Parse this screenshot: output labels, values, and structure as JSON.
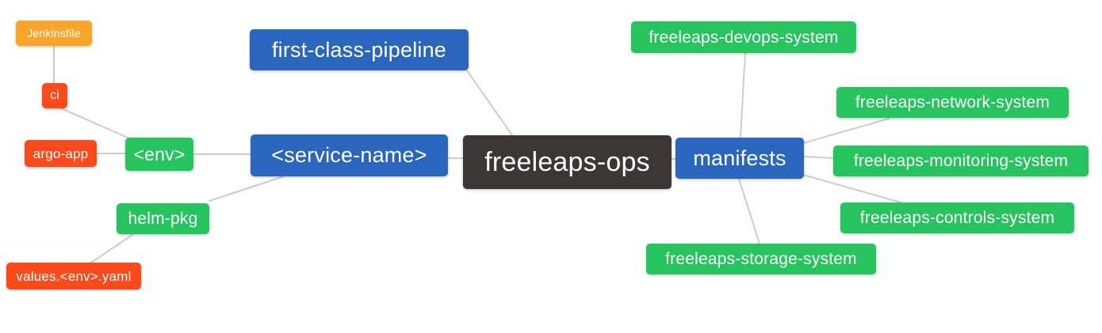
{
  "diagram": {
    "type": "mind-map",
    "center_node": "freeleaps-ops",
    "colors": {
      "orange": "#F9A42A",
      "red": "#FB4B1D",
      "green": "#26C35F",
      "blue": "#2A66BE",
      "dark": "#3B3734",
      "edge": "#CCCCCC",
      "background": "#FFFFFF",
      "node_text": "#FFFFFF"
    },
    "nodes": {
      "jenkinsfile": {
        "label": "Jenkinsfile",
        "color": "orange"
      },
      "ci": {
        "label": "ci",
        "color": "red"
      },
      "argo_app": {
        "label": "argo-app",
        "color": "red"
      },
      "env": {
        "label": "<env>",
        "color": "green"
      },
      "helm_pkg": {
        "label": "helm-pkg",
        "color": "green"
      },
      "values_env_yaml": {
        "label": "values.<env>.yaml",
        "color": "red"
      },
      "first_class_pipeline": {
        "label": "first-class-pipeline",
        "color": "blue"
      },
      "service_name": {
        "label": "<service-name>",
        "color": "blue"
      },
      "freeleaps_ops": {
        "label": "freeleaps-ops",
        "color": "dark"
      },
      "manifests": {
        "label": "manifests",
        "color": "blue"
      },
      "devops_system": {
        "label": "freeleaps-devops-system",
        "color": "green"
      },
      "network_system": {
        "label": "freeleaps-network-system",
        "color": "green"
      },
      "monitoring_system": {
        "label": "freeleaps-monitoring-system",
        "color": "green"
      },
      "controls_system": {
        "label": "freeleaps-controls-system",
        "color": "green"
      },
      "storage_system": {
        "label": "freeleaps-storage-system",
        "color": "green"
      }
    },
    "edges": [
      {
        "from": "Jenkinsfile",
        "to": "ci"
      },
      {
        "from": "ci",
        "to": "<env>"
      },
      {
        "from": "argo-app",
        "to": "<env>"
      },
      {
        "from": "<env>",
        "to": "<service-name>"
      },
      {
        "from": "helm-pkg",
        "to": "<service-name>"
      },
      {
        "from": "values.<env>.yaml",
        "to": "helm-pkg"
      },
      {
        "from": "first-class-pipeline",
        "to": "freeleaps-ops"
      },
      {
        "from": "<service-name>",
        "to": "freeleaps-ops"
      },
      {
        "from": "freeleaps-ops",
        "to": "manifests"
      },
      {
        "from": "manifests",
        "to": "freeleaps-devops-system"
      },
      {
        "from": "manifests",
        "to": "freeleaps-network-system"
      },
      {
        "from": "manifests",
        "to": "freeleaps-monitoring-system"
      },
      {
        "from": "manifests",
        "to": "freeleaps-controls-system"
      },
      {
        "from": "manifests",
        "to": "freeleaps-storage-system"
      }
    ]
  }
}
